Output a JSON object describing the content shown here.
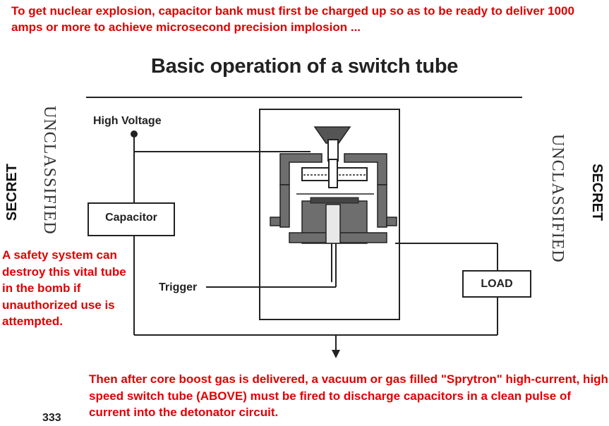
{
  "annotations": {
    "top_note": "To get nuclear explosion, capacitor bank must first be charged up so as to be ready to deliver 1000 amps or more to achieve microsecond precision implosion ...",
    "left_note": "A safety system can destroy this vital tube in the bomb if unauthorized use is attempted.",
    "bottom_note": "Then after core boost gas is delivered, a vacuum or gas filled \"Sprytron\" high-current, high speed switch tube (ABOVE) must be fired to discharge capacitors in a clean pulse of current into the detonator circuit."
  },
  "diagram": {
    "title": "Basic operation of a switch tube",
    "high_voltage_label": "High Voltage",
    "capacitor_label": "Capacitor",
    "trigger_label": "Trigger",
    "load_label": "LOAD"
  },
  "stamps": {
    "unclassified_left": "UNCLASSIFIED",
    "unclassified_right": "UNCLASSIFIED",
    "secret_left": "SECRET",
    "secret_right": "SECRET"
  },
  "page_number": "333",
  "colors": {
    "annotation_red": "#e00000",
    "tube_gray": "#6e6e6e",
    "line_dark": "#222222"
  }
}
